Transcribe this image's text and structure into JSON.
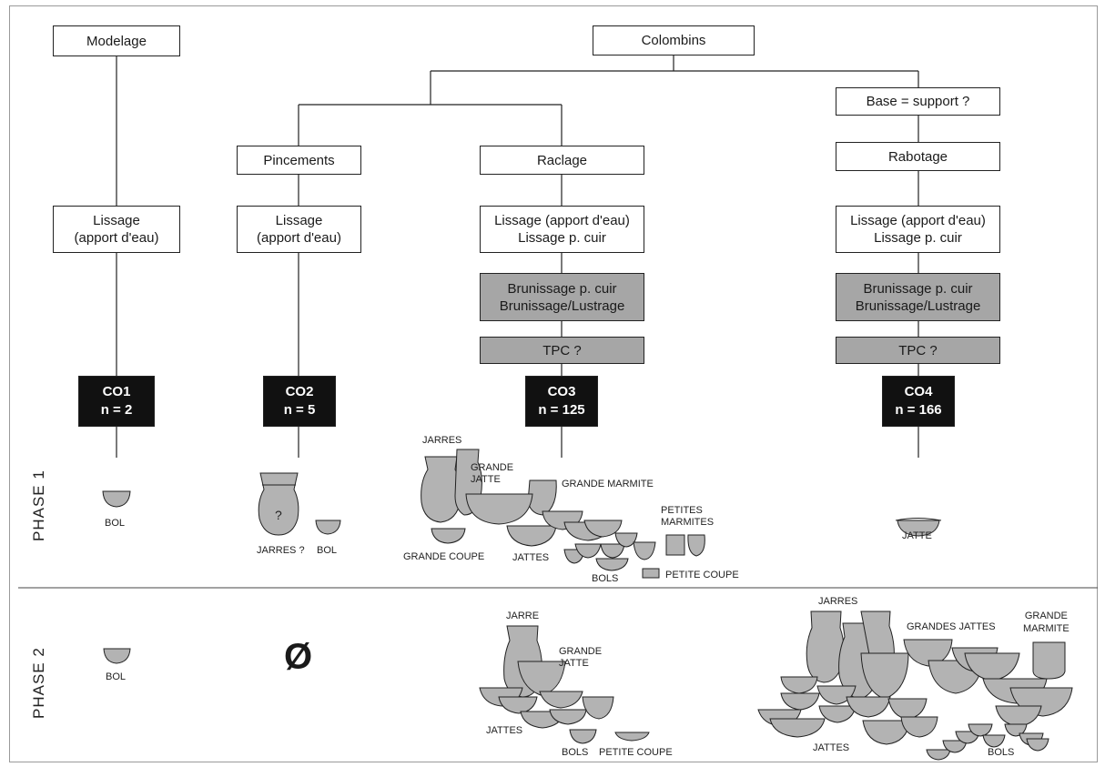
{
  "boxes": {
    "modelage": "Modelage",
    "colombins": "Colombins",
    "base_support": "Base = support ?",
    "pincements": "Pincements",
    "raclage": "Raclage",
    "rabotage": "Rabotage",
    "co1_lissage": [
      "Lissage",
      "(apport d'eau)"
    ],
    "co2_lissage": [
      "Lissage",
      "(apport d'eau)"
    ],
    "co3_lissage": [
      "Lissage (apport d'eau)",
      "Lissage p. cuir"
    ],
    "co4_lissage": [
      "Lissage (apport d'eau)",
      "Lissage p. cuir"
    ],
    "co3_brunissage": [
      "Brunissage p. cuir",
      "Brunissage/Lustrage"
    ],
    "co4_brunissage": [
      "Brunissage p. cuir",
      "Brunissage/Lustrage"
    ],
    "co3_tpc": "TPC ?",
    "co4_tpc": "TPC ?"
  },
  "groups": [
    {
      "code": "CO1",
      "count": "n = 2"
    },
    {
      "code": "CO2",
      "count": "n = 5"
    },
    {
      "code": "CO3",
      "count": "n = 125"
    },
    {
      "code": "CO4",
      "count": "n = 166"
    }
  ],
  "phases": {
    "phase1": "PHASE 1",
    "phase2": "PHASE 2"
  },
  "phase1_labels": {
    "co1_bol": "BOL",
    "co2_jarres": "JARRES ?",
    "co2_bol": "BOL",
    "co2_question": "?",
    "co3_jarres": "JARRES",
    "co3_grande_jatte": [
      "GRANDE",
      "JATTE"
    ],
    "co3_grande_marmite": "GRANDE MARMITE",
    "co3_petites_marmites": [
      "PETITES",
      "MARMITES"
    ],
    "co3_grande_coupe": "GRANDE COUPE",
    "co3_jattes": "JATTES",
    "co3_bols": "BOLS",
    "co3_petite_coupe": "PETITE COUPE",
    "co4_jatte": "JATTE"
  },
  "phase2_labels": {
    "co1_bol": "BOL",
    "co2_empty": "Ø",
    "co3_jarre": "JARRE",
    "co3_grande_jatte": [
      "GRANDE",
      "JATTE"
    ],
    "co3_jattes": "JATTES",
    "co3_bols": "BOLS",
    "co3_petite_coupe": "PETITE COUPE",
    "co4_jarres": "JARRES",
    "co4_grandes_jattes": "GRANDES JATTES",
    "co4_grande_marmite": [
      "GRANDE",
      "MARMITE"
    ],
    "co4_jattes": "JATTES",
    "co4_bols": "BOLS"
  },
  "colors": {
    "vessel_fill": "#b3b3b3",
    "grey_box": "#a6a6a6",
    "dark_box": "#111111"
  }
}
